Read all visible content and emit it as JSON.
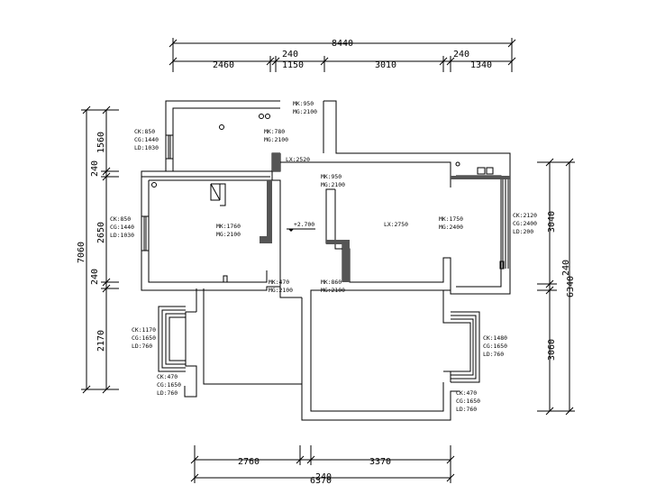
{
  "dims": {
    "top_total": "8440",
    "top_1": "2460",
    "top_2": "240",
    "top_3": "1150",
    "top_4": "3010",
    "top_5": "240",
    "top_6": "1340",
    "left_total": "7060",
    "left_1": "1560",
    "left_2": "240",
    "left_3": "2650",
    "left_4": "240",
    "left_5": "2170",
    "right_total": "6340",
    "right_1": "3040",
    "right_2": "240",
    "right_3": "3060",
    "bottom_1": "2760",
    "bottom_2": "240",
    "bottom_3": "3370",
    "bottom_total": "6370"
  },
  "labels": {
    "win_top_left": [
      "CK:850",
      "CG:1440",
      "LD:1030"
    ],
    "door_top_left": [
      "MK:780",
      "MG:2100"
    ],
    "door_top_center": [
      "MK:950",
      "MG:2100"
    ],
    "lx_top": "LX:2520",
    "door_mid_center": [
      "MK:950",
      "MG:2100"
    ],
    "win_left": [
      "CK:850",
      "CG:1440",
      "LD:1030"
    ],
    "room_left": [
      "MK:1760",
      "MG:2100"
    ],
    "level_mark": "+2.700",
    "lx_mid": "LX:2750",
    "room_right_door": [
      "MK:1750",
      "MG:2400"
    ],
    "win_right": [
      "CK:2120",
      "CG:2400",
      "LD:200"
    ],
    "door_bot_center_left": [
      "MK:470",
      "MG:2100"
    ],
    "door_bot_center_right": [
      "MK:860",
      "MG:2100"
    ],
    "bay_left_main": [
      "CK:1170",
      "CG:1650",
      "LD:760"
    ],
    "bay_left_side": [
      "CK:470",
      "CG:1650",
      "LD:760"
    ],
    "bay_right_main": [
      "CK:1480",
      "CG:1650",
      "LD:760"
    ],
    "bay_right_side": [
      "CK:470",
      "CG:1650",
      "LD:760"
    ]
  }
}
